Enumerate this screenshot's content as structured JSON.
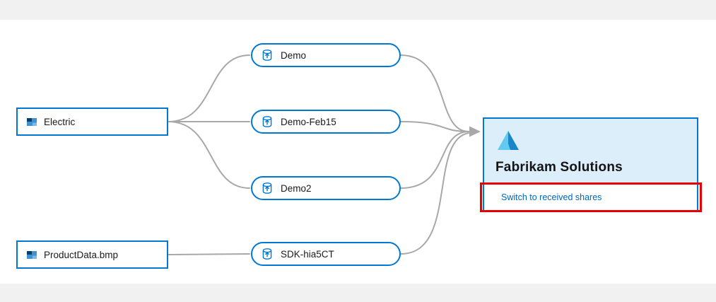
{
  "diagram": {
    "sources": [
      {
        "label": "Electric",
        "icon": "dataset-icon"
      },
      {
        "label": "ProductData.bmp",
        "icon": "dataset-icon"
      }
    ],
    "shares": [
      {
        "label": "Demo",
        "icon": "sent-share-icon"
      },
      {
        "label": "Demo-Feb15",
        "icon": "sent-share-icon"
      },
      {
        "label": "Demo2",
        "icon": "sent-share-icon"
      },
      {
        "label": "SDK-hia5CT",
        "icon": "sent-share-icon"
      }
    ],
    "target": {
      "title": "Fabrikam Solutions",
      "link_label": "Switch to received shares",
      "logo": "fabrikam-logo-icon"
    },
    "edges": [
      {
        "from": "Electric",
        "to": "Demo"
      },
      {
        "from": "Electric",
        "to": "Demo-Feb15"
      },
      {
        "from": "Electric",
        "to": "Demo2"
      },
      {
        "from": "ProductData.bmp",
        "to": "SDK-hia5CT"
      },
      {
        "from": "Demo",
        "to": "Fabrikam Solutions"
      },
      {
        "from": "Demo-Feb15",
        "to": "Fabrikam Solutions"
      },
      {
        "from": "Demo2",
        "to": "Fabrikam Solutions"
      },
      {
        "from": "SDK-hia5CT",
        "to": "Fabrikam Solutions"
      }
    ],
    "colors": {
      "accent": "#0078d4",
      "connector": "#a8a8a8",
      "card_background": "#ddeefb",
      "annotation_red": "#e60000",
      "link_blue": "#0067b8"
    }
  }
}
